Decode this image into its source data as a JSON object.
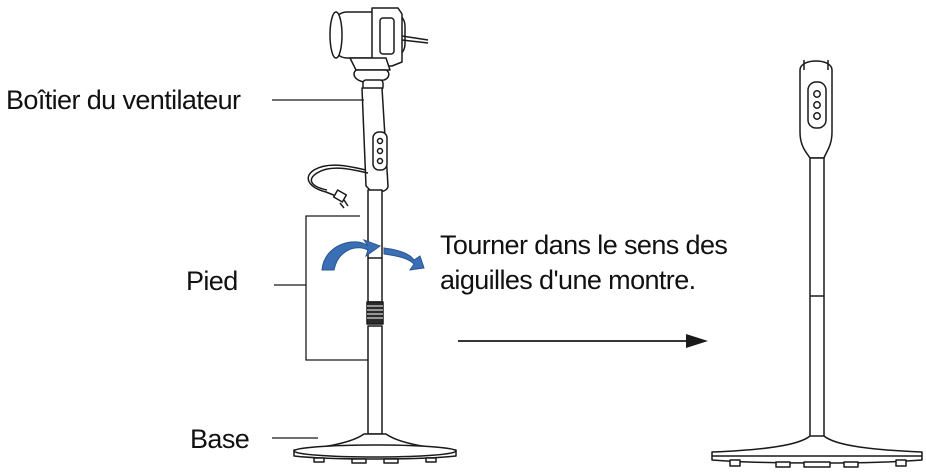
{
  "labels": {
    "fan_housing": "Boîtier du ventilateur",
    "stand": "Pied",
    "base": "Base"
  },
  "instruction": {
    "line1": "Tourner dans le sens des",
    "line2": "aiguilles d'une montre."
  },
  "colors": {
    "line": "#1a1a1a",
    "rotation_arrow": "#3a6fb5",
    "text": "#111111"
  },
  "icons": [
    "rotation-arrow-icon",
    "direction-arrow-icon",
    "control-buttons-icon",
    "power-cord-plug-icon"
  ]
}
